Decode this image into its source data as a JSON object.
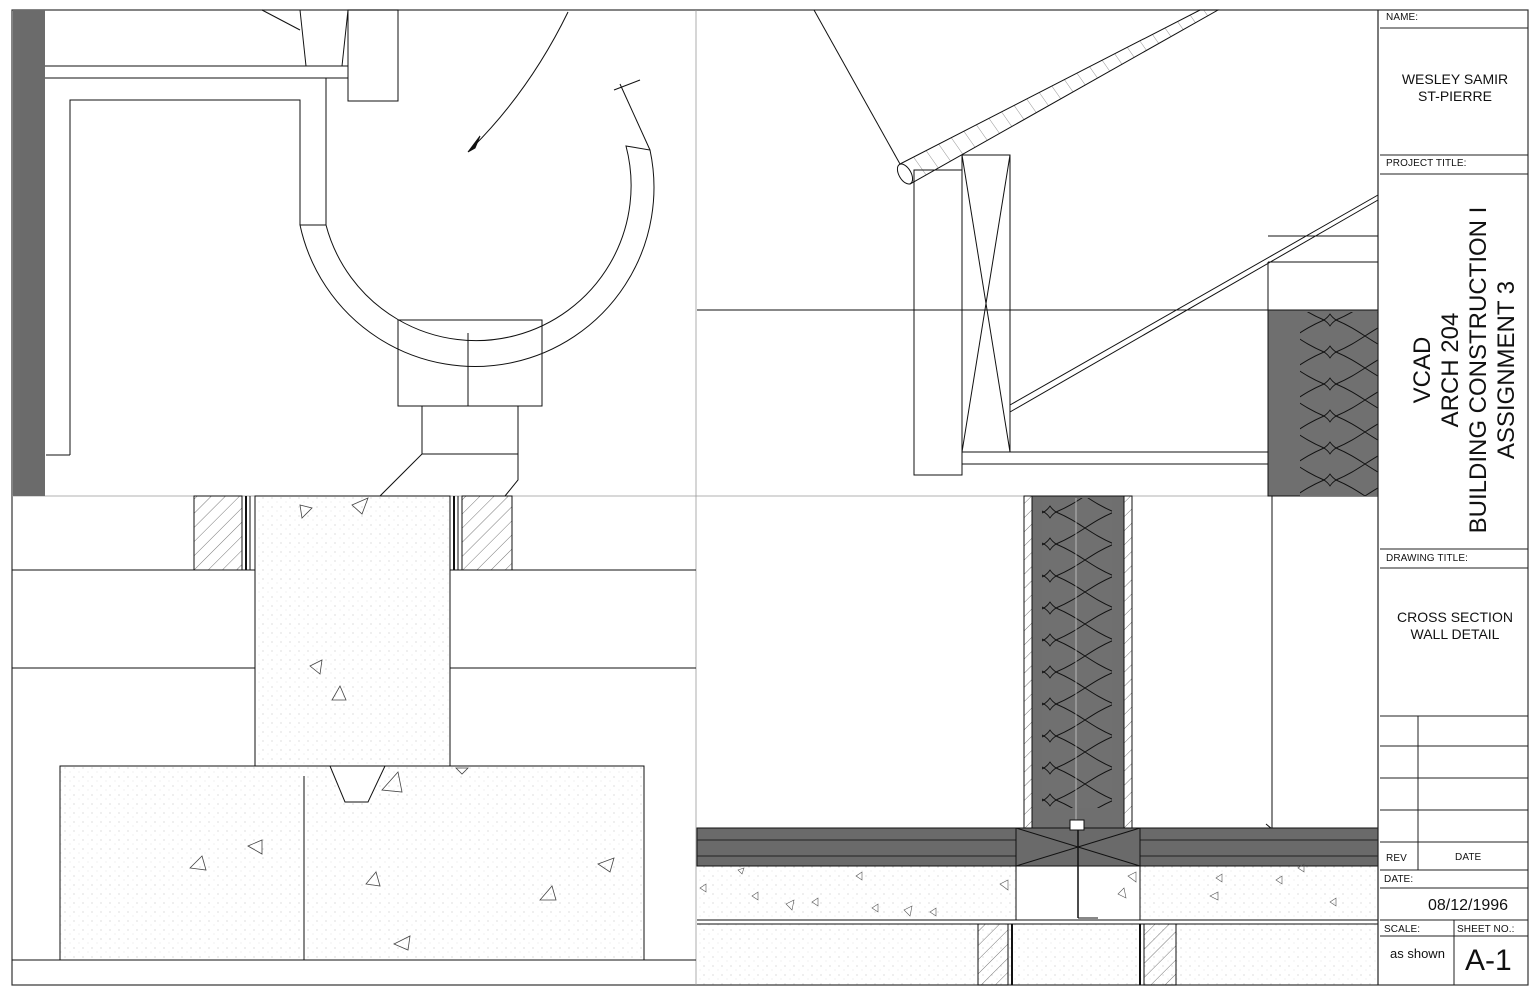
{
  "title_block": {
    "name_label": "NAME:",
    "name_line1": "WESLEY SAMIR",
    "name_line2": "ST-PIERRE",
    "project_title_label": "PROJECT TITLE:",
    "project_lines": [
      "VCAD",
      "ARCH 204",
      "BUILDING CONSTRUCTION I",
      "ASSIGNMENT 3"
    ],
    "drawing_title_label": "DRAWING TITLE:",
    "drawing_title_line1": "CROSS SECTION",
    "drawing_title_line2": "WALL DETAIL",
    "rev_label": "REV",
    "rev_date_label": "DATE",
    "date_label": "DATE:",
    "date_value": "08/12/1996",
    "scale_label": "SCALE:",
    "scale_value": "as shown",
    "sheet_no_label": "SHEET NO.:",
    "sheet_no_value": "A-1"
  }
}
